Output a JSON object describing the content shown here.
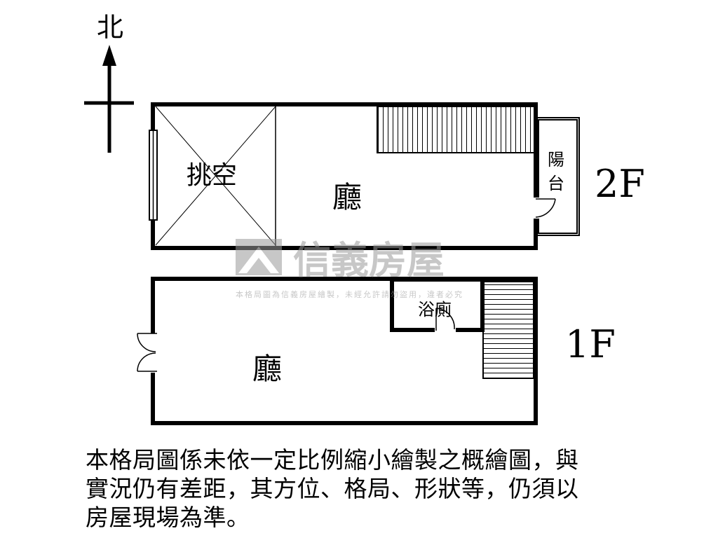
{
  "compass": {
    "north_label": "北"
  },
  "floor2": {
    "level_label": "2F",
    "rooms": {
      "void": "挑空",
      "living": "廳",
      "balcony": "陽台"
    }
  },
  "floor1": {
    "level_label": "1F",
    "rooms": {
      "bathroom": "浴廁",
      "living": "廳"
    }
  },
  "watermark": {
    "brand": "信義房屋",
    "notice": "本格局圖為信義房屋繪製，未經允許請勿盜用，違者必究"
  },
  "disclaimer": {
    "lines": [
      "本格局圖係未依一定比例縮小繪製之概繪圖，與",
      "實況仍有差距，其方位、格局、形狀等，仍須以",
      "房屋現場為準。"
    ]
  },
  "colors": {
    "line": "#000000",
    "watermark": "#9a9a9a",
    "background": "#ffffff"
  }
}
